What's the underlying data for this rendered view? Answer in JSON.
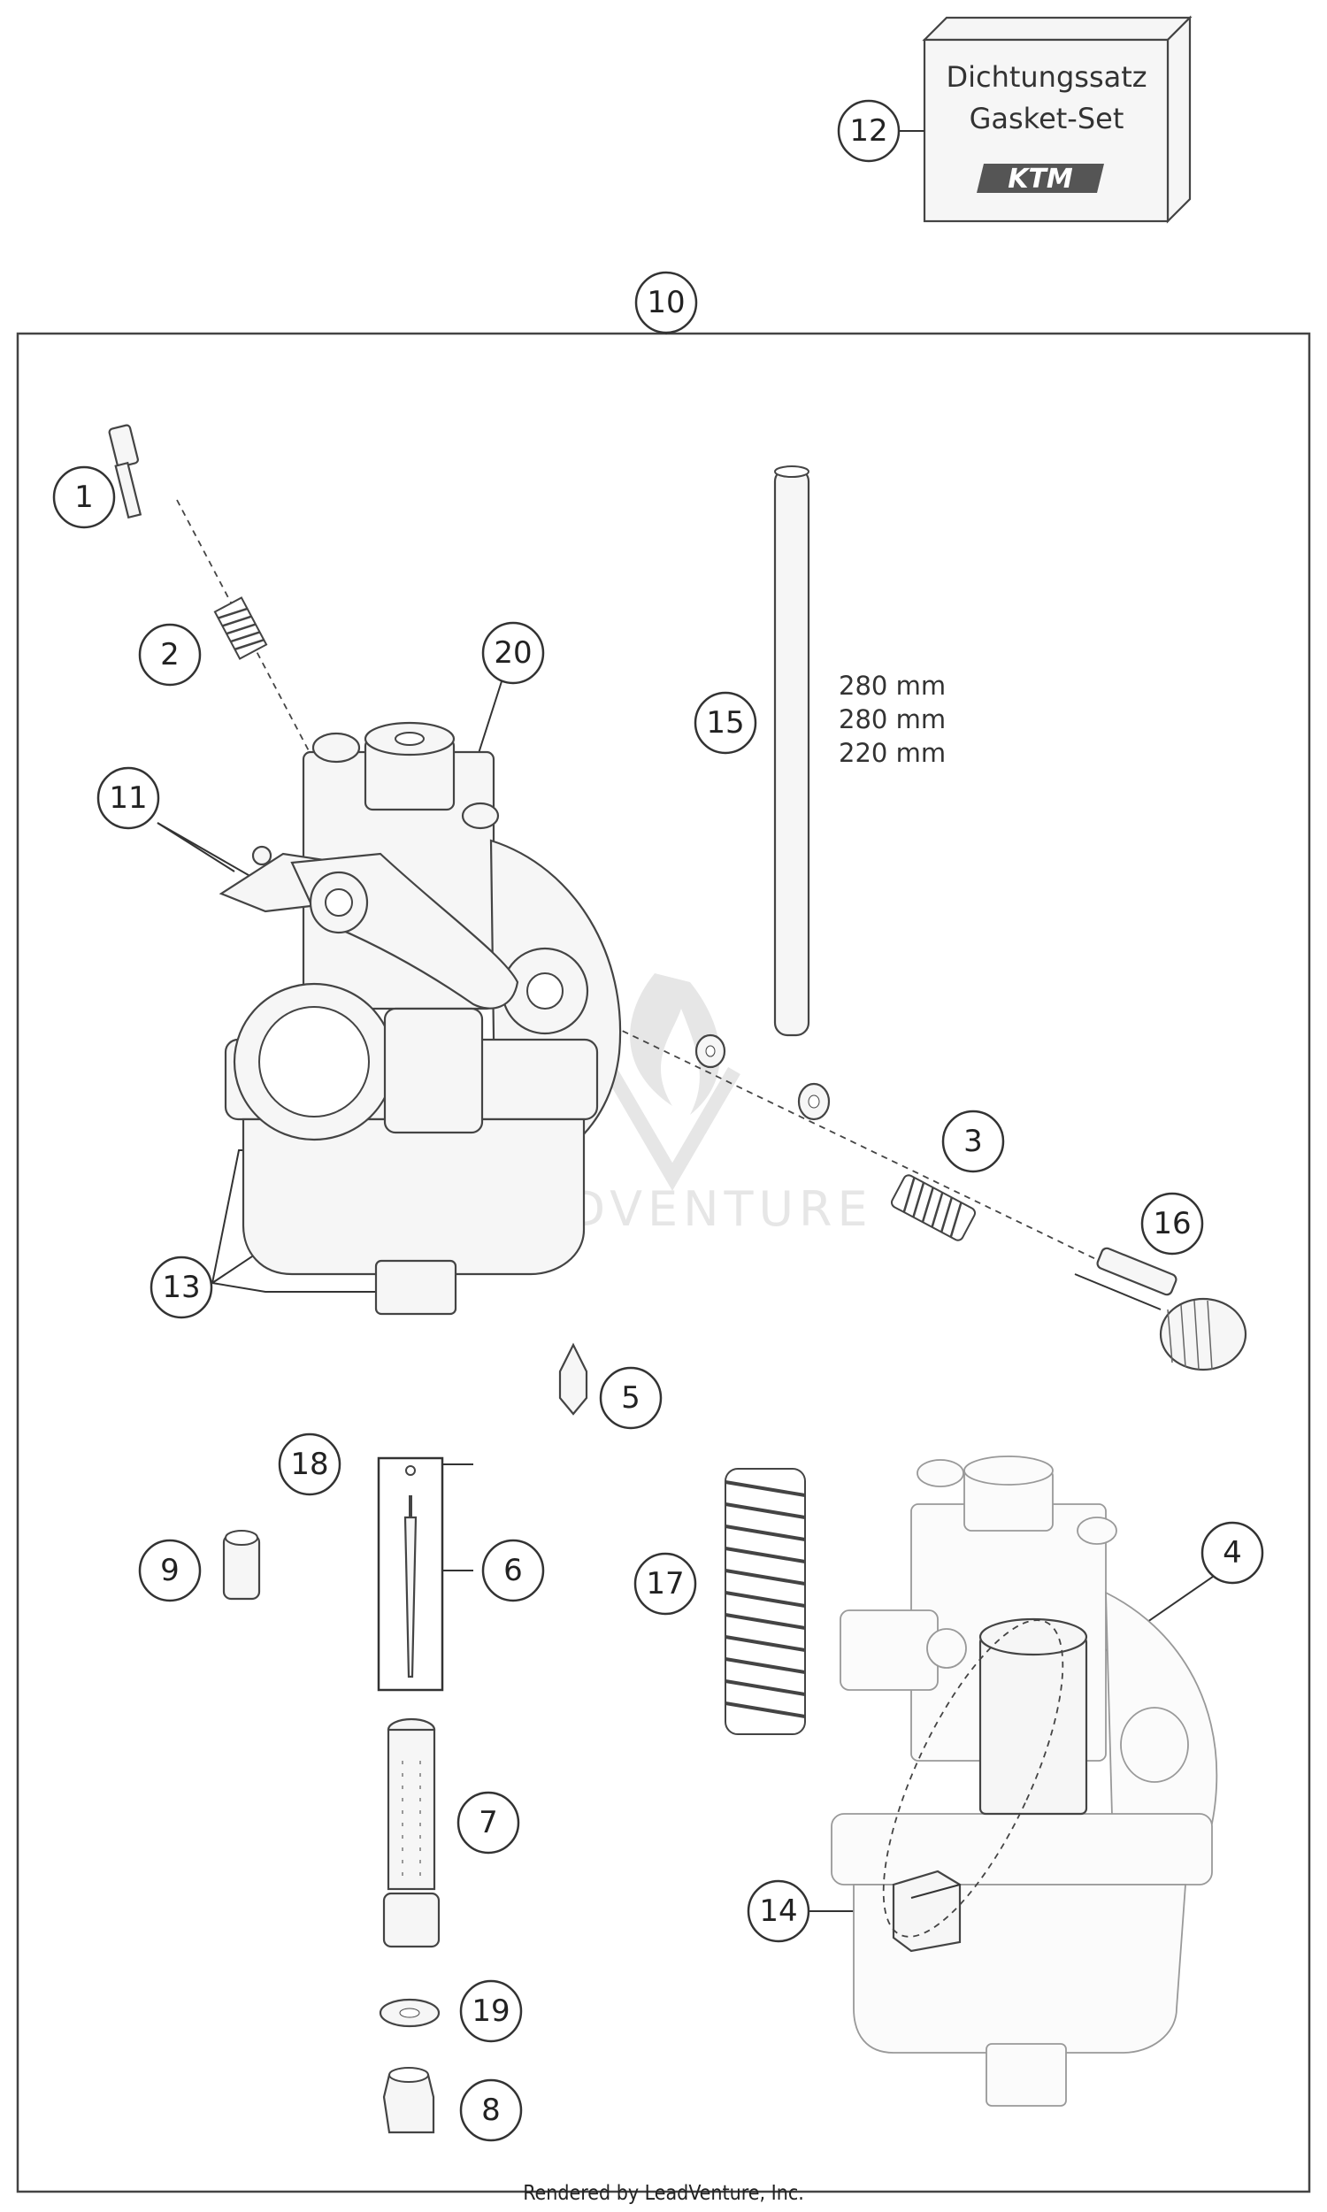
{
  "gasket_box": {
    "line1": "Dichtungssatz",
    "line2": "Gasket-Set",
    "logo": "KTM"
  },
  "watermark": "LEADVENTURE",
  "footer": "Rendered by LeadVenture, Inc.",
  "hose_lengths": [
    "280 mm",
    "280 mm",
    "220 mm"
  ],
  "callouts": {
    "c1": "1",
    "c2": "2",
    "c3": "3",
    "c4": "4",
    "c5": "5",
    "c6": "6",
    "c7": "7",
    "c8": "8",
    "c9": "9",
    "c10": "10",
    "c11": "11",
    "c12": "12",
    "c13": "13",
    "c14": "14",
    "c15": "15",
    "c16": "16",
    "c17": "17",
    "c18": "18",
    "c19": "19",
    "c20": "20"
  }
}
